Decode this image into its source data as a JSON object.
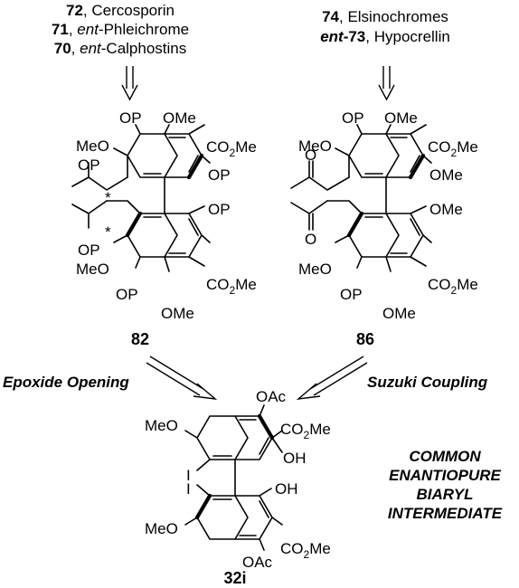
{
  "sources_left": [
    {
      "num": "72",
      "name": "Cercosporin"
    },
    {
      "num": "71",
      "name_prefix": "ent",
      "name_rest": "-Phleichrome"
    },
    {
      "num": "70",
      "name_prefix": "ent",
      "name_rest": "-Calphostins"
    }
  ],
  "sources_right": [
    {
      "num": "74",
      "name": "Elsinochromes"
    },
    {
      "num_prefix": "ent",
      "num_rest": "-73",
      "name": "Hypocrellin"
    }
  ],
  "compounds": {
    "left": "82",
    "right": "86",
    "bottom": "32i"
  },
  "arrows": {
    "left_label": "Epoxide Opening",
    "right_label": "Suzuki Coupling"
  },
  "common_label": [
    "COMMON",
    "ENANTIOPURE",
    "BIARYL",
    "INTERMEDIATE"
  ],
  "atoms": {
    "op": "OP",
    "ome": "OMe",
    "meo": "MeO",
    "co2me_a": "CO",
    "co2me_sub": "2",
    "co2me_b": "Me",
    "oh": "OH",
    "oac": "OAc",
    "iodo": "I",
    "oxo": "O",
    "star": "*"
  }
}
